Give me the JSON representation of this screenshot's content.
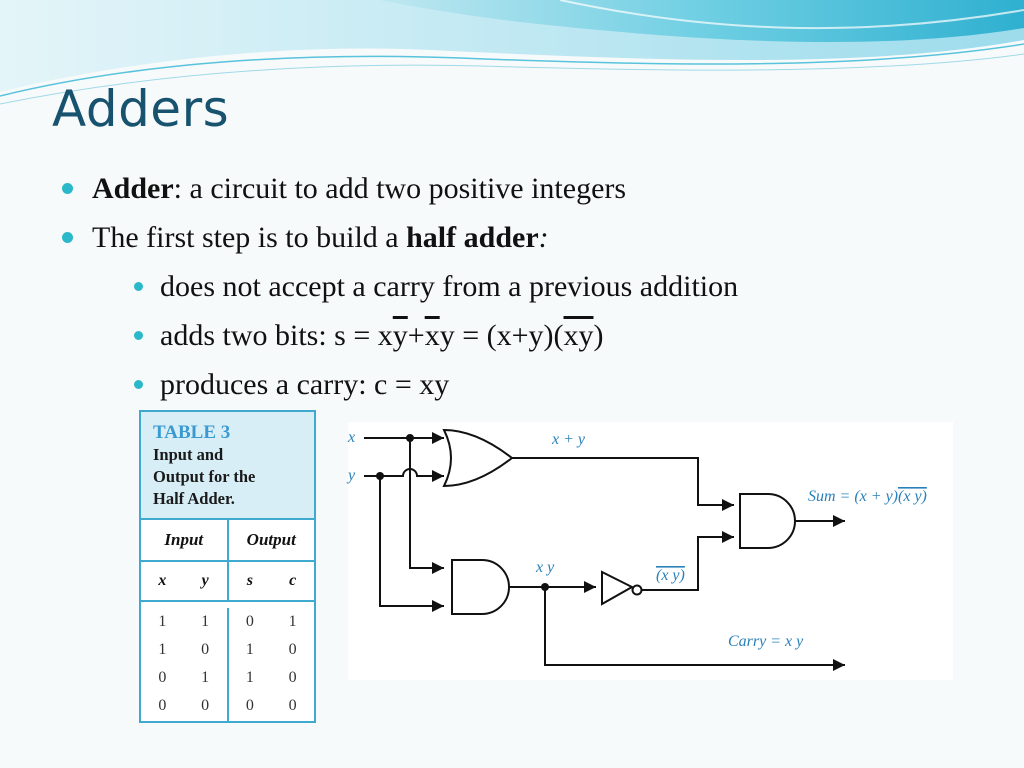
{
  "slide": {
    "title": "Adders",
    "bullets": [
      {
        "bold": "Adder",
        "rest": ": a circuit to add two positive integers"
      },
      {
        "pre": "The first step is to build a ",
        "bold": "half adder",
        "post": ":"
      }
    ],
    "sub_bullets": [
      {
        "text": "does not accept a carry from a previous addition"
      },
      {
        "pre": "adds two bits:  s = x",
        "ov1": "y",
        "mid1": "+",
        "ov2": "x",
        "mid2": "y = (x+y)(",
        "ov3": "xy",
        "end": ")"
      },
      {
        "text": "produces a carry:  c = xy"
      }
    ]
  },
  "table": {
    "label": "TABLE 3",
    "caption": [
      "Input and",
      "Output for the",
      "Half Adder."
    ],
    "group_headers": [
      "Input",
      "Output"
    ],
    "columns": [
      "x",
      "y",
      "s",
      "c"
    ],
    "rows": [
      [
        "1",
        "1",
        "0",
        "1"
      ],
      [
        "1",
        "0",
        "1",
        "0"
      ],
      [
        "0",
        "1",
        "1",
        "0"
      ],
      [
        "0",
        "0",
        "0",
        "0"
      ]
    ]
  },
  "circuit": {
    "input_x": "x",
    "input_y": "y",
    "or_output": "x + y",
    "and_output": "x y",
    "not_output": "(x y)",
    "sum_label": "Sum = (x + y)",
    "sum_label_ov": "(x y)",
    "carry_label": "Carry = x y"
  },
  "colors": {
    "title": "#17526e",
    "bullet": "#2bb9c9",
    "table_border": "#3fa9d0",
    "table_header_bg": "#d8eef7",
    "circuit_label": "#2a80b9"
  }
}
